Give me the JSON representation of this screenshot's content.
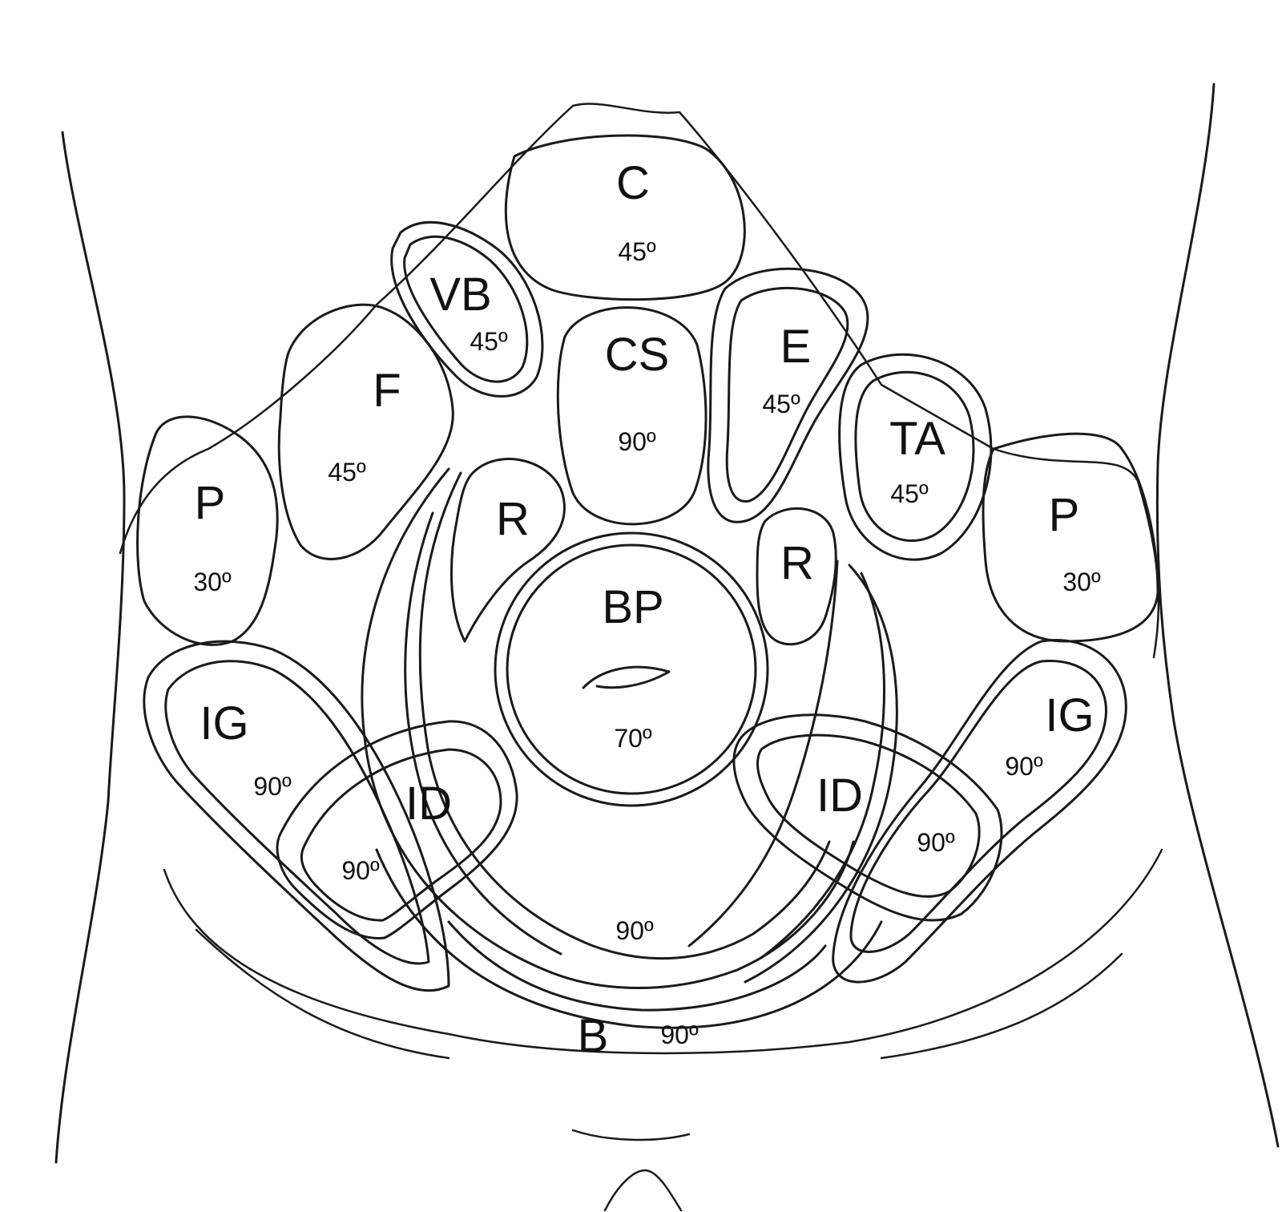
{
  "diagram": {
    "regions": [
      {
        "id": "C",
        "code": "C",
        "angle": "45º"
      },
      {
        "id": "VB",
        "code": "VB",
        "angle": "45º"
      },
      {
        "id": "CS",
        "code": "CS",
        "angle": "90º"
      },
      {
        "id": "E",
        "code": "E",
        "angle": "45º"
      },
      {
        "id": "F",
        "code": "F",
        "angle": "45º"
      },
      {
        "id": "TA",
        "code": "TA",
        "angle": "45º"
      },
      {
        "id": "P-L",
        "code": "P",
        "angle": "30º"
      },
      {
        "id": "P-R",
        "code": "P",
        "angle": "30º"
      },
      {
        "id": "R-L",
        "code": "R",
        "angle": ""
      },
      {
        "id": "R-R",
        "code": "R",
        "angle": ""
      },
      {
        "id": "BP",
        "code": "BP",
        "angle": "70º"
      },
      {
        "id": "IG-L",
        "code": "IG",
        "angle": "90º"
      },
      {
        "id": "IG-R",
        "code": "IG",
        "angle": "90º"
      },
      {
        "id": "ID-L",
        "code": "ID",
        "angle": "90º"
      },
      {
        "id": "ID-R",
        "code": "ID",
        "angle": "90º"
      },
      {
        "id": "lower",
        "code": "",
        "angle": "90º"
      },
      {
        "id": "B",
        "code": "B",
        "angle": "90º"
      }
    ]
  }
}
